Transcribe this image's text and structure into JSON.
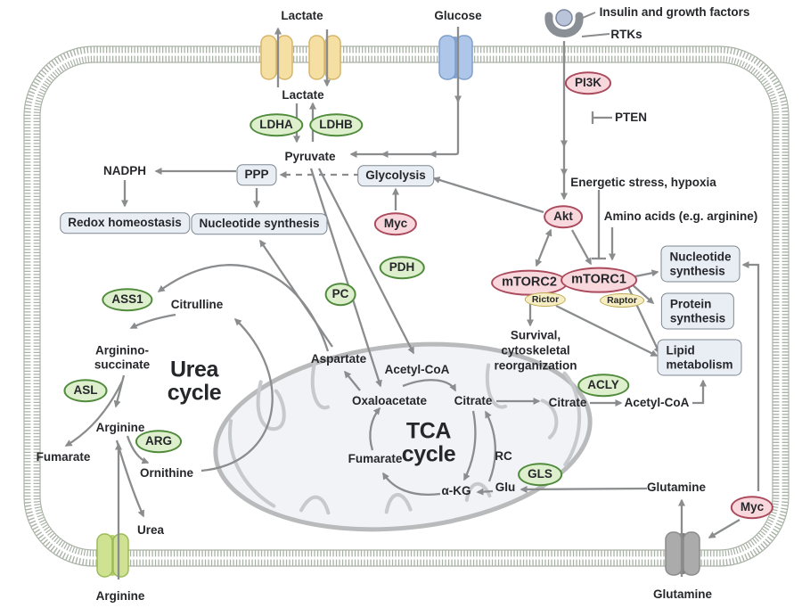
{
  "colors": {
    "arrow": "#8a8c8e",
    "enzyme_fill": "#ddefcc",
    "enzyme_border": "#4f8b3b",
    "oncogene_fill": "#f8d8dd",
    "oncogene_border": "#aa4a5c",
    "subunit_fill": "#f6eec2",
    "subunit_border": "#c0aa55",
    "box_fill": "#e9eef5",
    "box_border": "#7e8791",
    "membrane": "#a9b2a6",
    "transporter_yellow": "#f6dfa2",
    "transporter_blue": "#adc6e9",
    "transporter_green": "#cfe292",
    "transporter_gray": "#ababab",
    "mitochondrion_fill": "#f1f3f6",
    "mitochondrion_border": "#b9babc"
  },
  "extracellular": {
    "lactate": "Lactate",
    "glucose": "Glucose",
    "insulin_growth_factors": "Insulin and growth factors",
    "rtks": "RTKs",
    "arginine": "Arginine",
    "glutamine": "Glutamine"
  },
  "glycolysis_region": {
    "lactate": "Lactate",
    "ldha": "LDHA",
    "ldhb": "LDHB",
    "pyruvate": "Pyruvate",
    "ppp": "PPP",
    "glycolysis": "Glycolysis",
    "nadph": "NADPH",
    "redox_homeostasis": "Redox homeostasis",
    "nucleotide_synthesis": "Nucleotide synthesis",
    "myc": "Myc",
    "pdh": "PDH",
    "pc": "PC"
  },
  "signaling": {
    "pi3k": "PI3K",
    "pten": "PTEN",
    "akt": "Akt",
    "energetic_stress": "Energetic stress, hypoxia",
    "amino_acids": "Amino acids (e.g. arginine)",
    "mtorc2": "mTORC2",
    "rictor": "Rictor",
    "mtorc1": "mTORC1",
    "raptor": "Raptor",
    "survival": "Survival,\ncytoskeletal\nreorganization",
    "nucleotide_synthesis": "Nucleotide\nsynthesis",
    "protein_synthesis": "Protein\nsynthesis",
    "lipid_metabolism": "Lipid\nmetabolism",
    "myc": "Myc"
  },
  "urea_cycle": {
    "title": "Urea\ncycle",
    "ass1": "ASS1",
    "citrulline": "Citrulline",
    "argininosuccinate": "Arginino-\nsuccinate",
    "asl": "ASL",
    "arginine": "Arginine",
    "arg": "ARG",
    "fumarate": "Fumarate",
    "ornithine": "Ornithine",
    "urea": "Urea"
  },
  "tca": {
    "title": "TCA\ncycle",
    "aspartate": "Aspartate",
    "acetyl_coa": "Acetyl-CoA",
    "oxaloacetate": "Oxaloacetate",
    "citrate": "Citrate",
    "fumarate": "Fumarate",
    "alpha_kg": "α-KG",
    "glu": "Glu",
    "rc": "RC",
    "gls": "GLS"
  },
  "cytosol_right": {
    "citrate": "Citrate",
    "acly": "ACLY",
    "acetyl_coa": "Acetyl-CoA",
    "glutamine": "Glutamine"
  }
}
